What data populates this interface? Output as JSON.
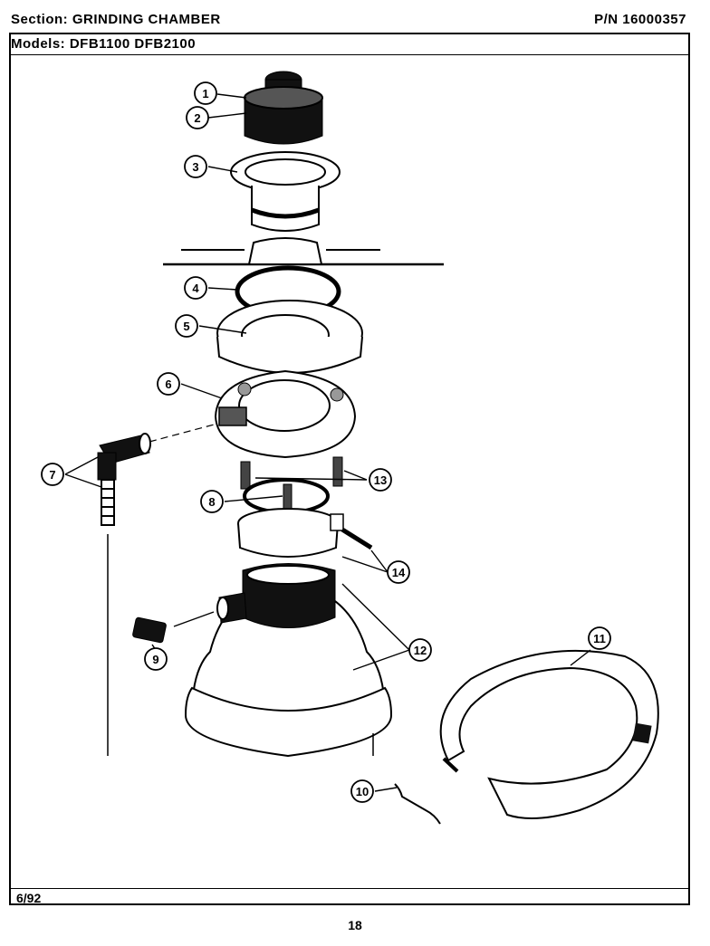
{
  "header": {
    "section_label": "Section:",
    "section_value": "GRINDING CHAMBER",
    "pn_label": "P/N",
    "pn_value": "16000357",
    "models_label": "Models:",
    "models": [
      "DFB1100",
      "DFB2100"
    ]
  },
  "footer": {
    "date": "6/92",
    "page": "18"
  },
  "callouts": [
    "1",
    "2",
    "3",
    "4",
    "5",
    "6",
    "7",
    "8",
    "9",
    "10",
    "11",
    "12",
    "13",
    "14"
  ],
  "colors": {
    "ink": "#000000",
    "paper": "#ffffff"
  }
}
